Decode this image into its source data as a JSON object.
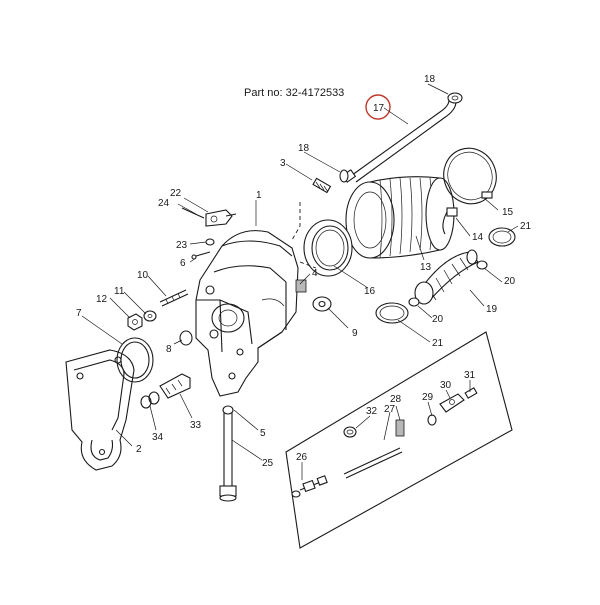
{
  "part_number": "Part no: 32-4172533",
  "highlight_color": "#c0392b",
  "callouts": {
    "c1": "1",
    "c2": "2",
    "c3": "3",
    "c4": "4",
    "c5": "5",
    "c6": "6",
    "c7": "7",
    "c8": "8",
    "c9": "9",
    "c10": "10",
    "c11": "11",
    "c12": "12",
    "c13": "13",
    "c14": "14",
    "c15": "15",
    "c16": "16",
    "c17": "17",
    "c18a": "18",
    "c18b": "18",
    "c19": "19",
    "c20a": "20",
    "c20b": "20",
    "c21a": "21",
    "c21b": "21",
    "c22": "22",
    "c23": "23",
    "c24": "24",
    "c25": "25",
    "c26": "26",
    "c27": "27",
    "c28": "28",
    "c29": "29",
    "c30": "30",
    "c31": "31",
    "c32": "32",
    "c33": "33",
    "c34": "34"
  }
}
